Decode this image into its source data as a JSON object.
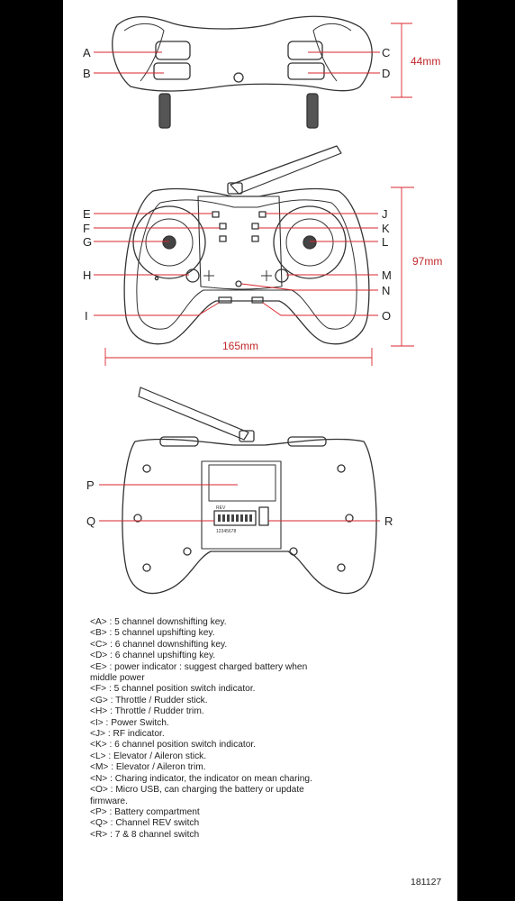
{
  "dimensions": {
    "height_top": "44mm",
    "height_front": "97mm",
    "width": "165mm"
  },
  "colors": {
    "annotation_red": "#d9262c",
    "outline": "#333333",
    "page": "#ffffff",
    "background": "#000000"
  },
  "callouts": {
    "A": "A",
    "B": "B",
    "C": "C",
    "D": "D",
    "E": "E",
    "F": "F",
    "G": "G",
    "H": "H",
    "I": "I",
    "J": "J",
    "K": "K",
    "L": "L",
    "M": "M",
    "N": "N",
    "O": "O",
    "P": "P",
    "Q": "Q",
    "R": "R"
  },
  "rev_label": "REV",
  "dip_numbers": "12345678",
  "legend": [
    "<A> : 5 channel downshifting key.",
    "<B> : 5 channel upshifting key.",
    "<C> : 6 channel downshifting key.",
    "<D> : 6 channel upshifting key.",
    "<E> : power indicator : suggest charged battery when middle power",
    "<F> : 5 channel position switch indicator.",
    "<G> : Throttle / Rudder stick.",
    "<H> : Throttle / Rudder trim.",
    "<I> :  Power Switch.",
    "<J> :  RF indicator.",
    "<K> : 6 channel position switch indicator.",
    "<L> : Elevator / Aileron stick.",
    "<M> : Elevator / Aileron trim.",
    "<N> : Charing indicator, the indicator on mean charing.",
    "<O> : Micro USB, can charging the battery or update firmware.",
    "<P> : Battery compartment",
    "<Q> : Channel REV switch",
    "<R> : 7 & 8 channel switch"
  ],
  "footer_code": "181127"
}
